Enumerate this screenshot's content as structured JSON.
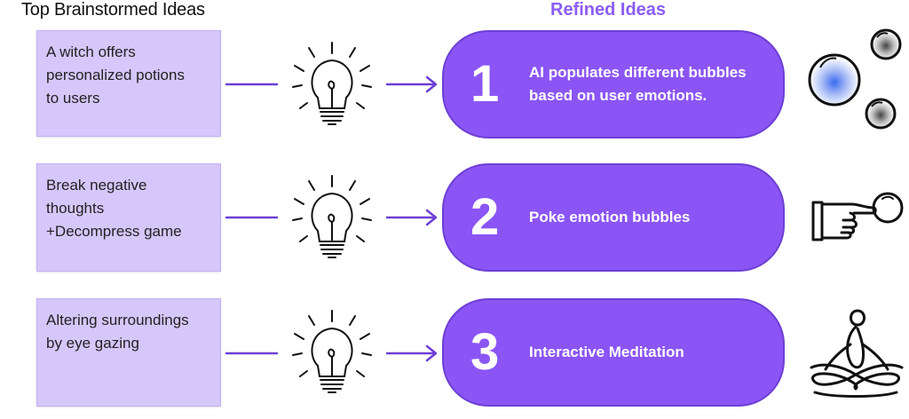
{
  "headings": {
    "left": "Top Brainstormed Ideas",
    "right": "Refined Ideas"
  },
  "colors": {
    "accent": "#8b55f5",
    "note_bg": "#d6c7fb",
    "arrow": "#6d3fd4",
    "heading_right": "#8b5cf6"
  },
  "rows": [
    {
      "idea_lines": [
        "A witch offers",
        "personalized potions",
        "to users"
      ],
      "number": "1",
      "refined_lines": [
        "AI populates different bubbles",
        "based on user emotions."
      ],
      "bulb_icon": "lightbulb-icon",
      "illustration_icon": "bubbles-icon"
    },
    {
      "idea_lines": [
        "Break negative",
        "thoughts",
        "+Decompress game"
      ],
      "number": "2",
      "refined_lines": [
        "Poke emotion bubbles"
      ],
      "bulb_icon": "lightbulb-icon",
      "illustration_icon": "finger-poking-bubble-icon"
    },
    {
      "idea_lines": [
        "Altering surroundings",
        "by eye gazing"
      ],
      "number": "3",
      "refined_lines": [
        "Interactive Meditation"
      ],
      "bulb_icon": "lightbulb-icon",
      "illustration_icon": "meditation-figure-icon"
    }
  ]
}
